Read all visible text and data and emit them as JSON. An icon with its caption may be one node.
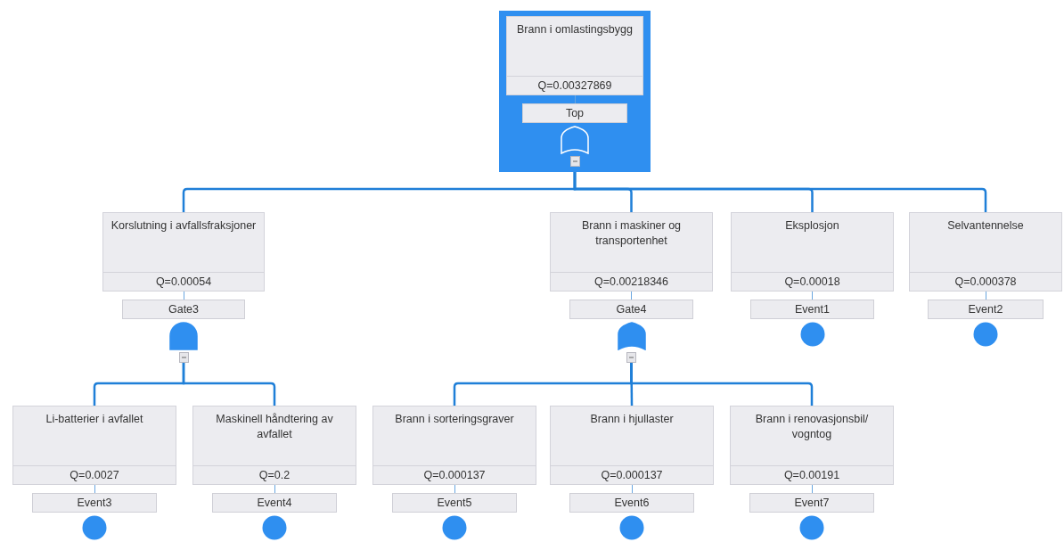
{
  "diagram": {
    "nodes": [
      {
        "text": [
          "Brann i omlastingsbygg",
          "Q=0.00327869",
          "Top"
        ]
      },
      {
        "text": [
          "Korslutning i avfallsfraksjoner",
          "Q=0.00054",
          "Gate3"
        ]
      },
      {
        "text": [
          "Brann i maskiner og transportenhet",
          "Q=0.00218346",
          "Gate4"
        ]
      },
      {
        "text": [
          "Eksplosjon",
          "Q=0.00018",
          "Event1"
        ]
      },
      {
        "text": [
          "Selvantennelse",
          "Q=0.000378",
          "Event2"
        ]
      },
      {
        "text": [
          "Li-batterier i avfallet",
          "Q=0.0027",
          "Event3"
        ]
      },
      {
        "text": [
          "Maskinell håndtering av avfallet",
          "Q=0.2",
          "Event4"
        ]
      },
      {
        "text": [
          "Brann i sorteringsgraver",
          "Q=0.000137",
          "Event5"
        ]
      },
      {
        "text": [
          "Brann i hjullaster",
          "Q=0.000137",
          "Event6"
        ]
      },
      {
        "text": [
          "Brann i renovasjonsbil/ vogntog",
          "Q=0.00191",
          "Event7"
        ]
      }
    ],
    "edges": [
      {
        "from": 0,
        "to": 1,
        "arrow": "none"
      },
      {
        "from": 0,
        "to": 2,
        "arrow": "none"
      },
      {
        "from": 0,
        "to": 3,
        "arrow": "none"
      },
      {
        "from": 0,
        "to": 4,
        "arrow": "none"
      },
      {
        "from": 1,
        "to": 5,
        "arrow": "none"
      },
      {
        "from": 1,
        "to": 6,
        "arrow": "none"
      },
      {
        "from": 2,
        "to": 7,
        "arrow": "none"
      },
      {
        "from": 2,
        "to": 8,
        "arrow": "none"
      },
      {
        "from": 2,
        "to": 9,
        "arrow": "none"
      }
    ]
  }
}
